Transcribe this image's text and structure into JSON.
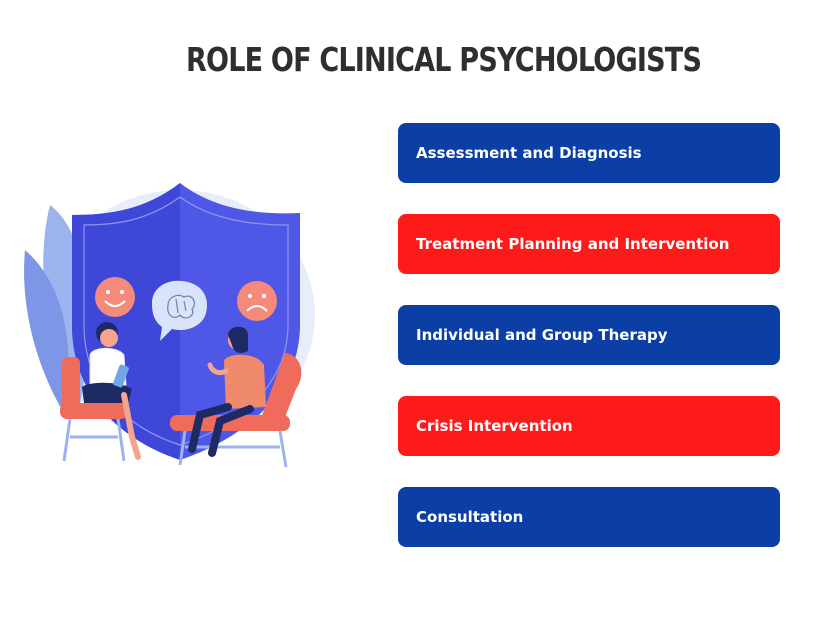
{
  "title": "ROLE OF CLINICAL PSYCHOLOGISTS",
  "colors": {
    "blue": "#0b3fa6",
    "red": "#ff1a1a",
    "title": "#2f2f2f"
  },
  "illustration": {
    "name": "therapy-session-illustration"
  },
  "roles": [
    {
      "label": "Assessment and Diagnosis",
      "color": "blue"
    },
    {
      "label": "Treatment Planning and Intervention",
      "color": "red"
    },
    {
      "label": "Individual and Group Therapy",
      "color": "blue"
    },
    {
      "label": "Crisis Intervention",
      "color": "red"
    },
    {
      "label": "Consultation",
      "color": "blue"
    }
  ]
}
